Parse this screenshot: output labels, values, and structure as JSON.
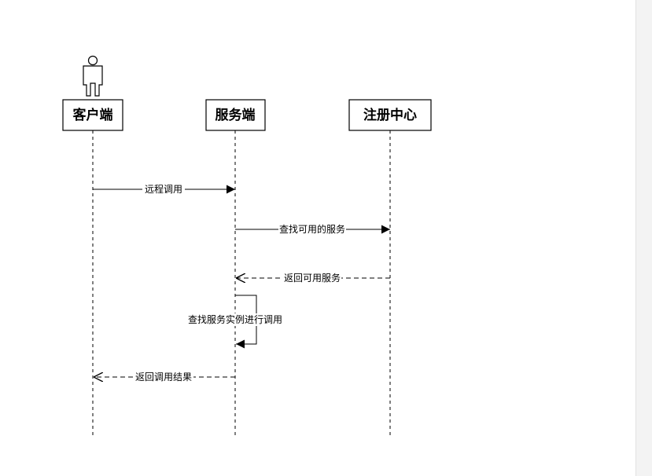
{
  "participants": [
    {
      "id": "client",
      "label": "客户端",
      "is_actor": true
    },
    {
      "id": "server",
      "label": "服务端",
      "is_actor": false
    },
    {
      "id": "registry",
      "label": "注册中心",
      "is_actor": false
    }
  ],
  "messages": [
    {
      "label": "远程调用",
      "from": "client",
      "to": "server",
      "style": "solid"
    },
    {
      "label": "查找可用的服务",
      "from": "server",
      "to": "registry",
      "style": "solid"
    },
    {
      "label": "返回可用服务",
      "from": "registry",
      "to": "server",
      "style": "dashed"
    },
    {
      "label": "查找服务实例进行调用",
      "from": "server",
      "to": "server",
      "style": "self"
    },
    {
      "label": "返回调用结果",
      "from": "server",
      "to": "client",
      "style": "dashed"
    }
  ],
  "colors": {
    "line": "#000000",
    "background": "#ffffff"
  }
}
